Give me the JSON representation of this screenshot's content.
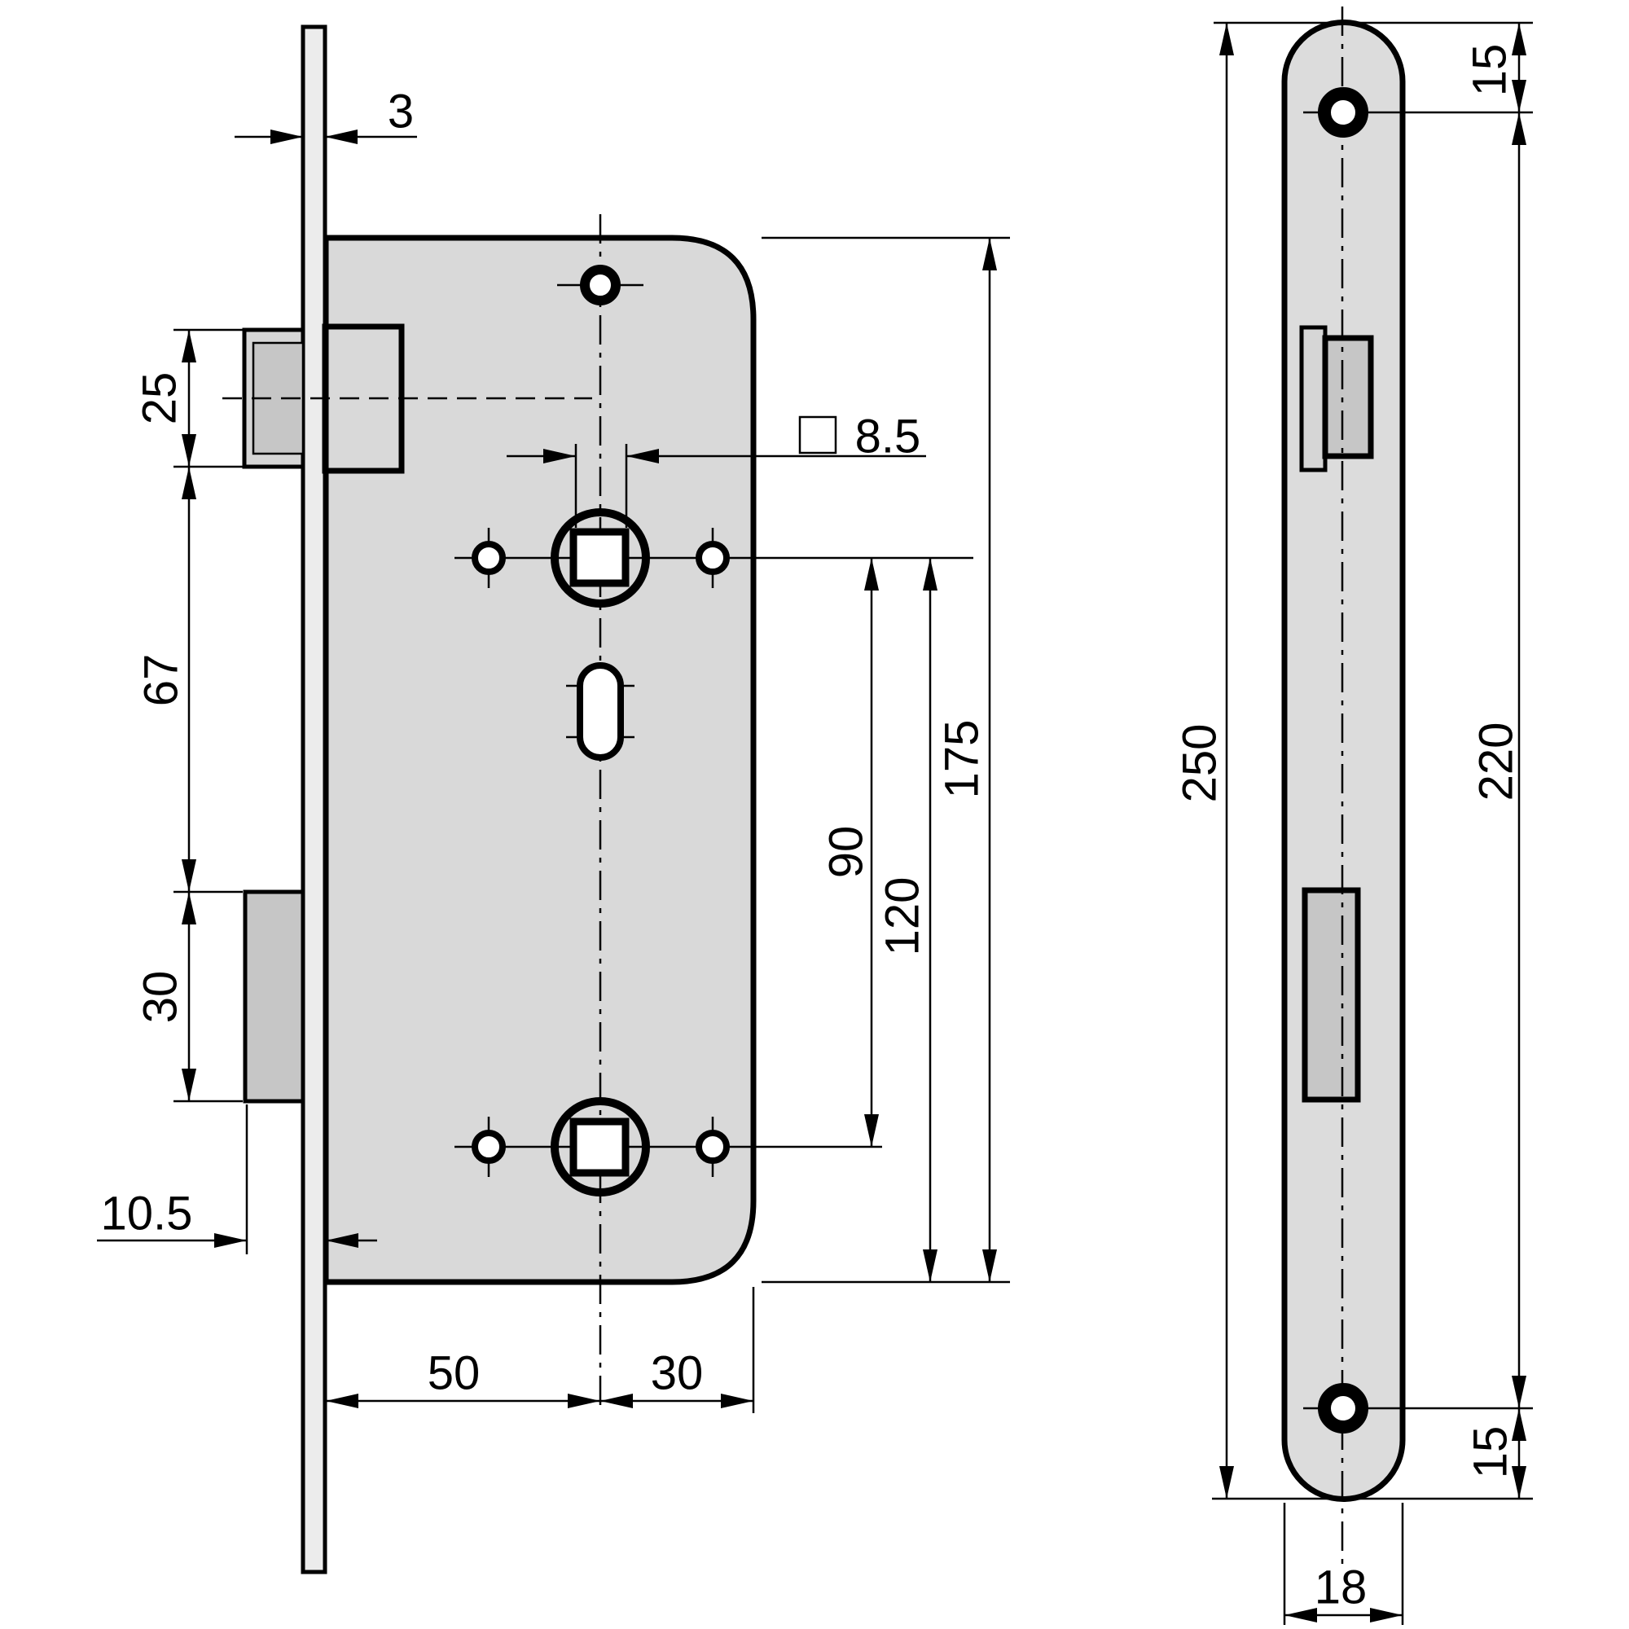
{
  "drawing": {
    "type": "technical-dimension-drawing",
    "subject": "mortise-lock-case-and-faceplate",
    "views": [
      "front-view-lock-case",
      "side-view-faceplate"
    ]
  },
  "front_view": {
    "dimensions": {
      "faceplate_thickness": "3",
      "latch_height": "25",
      "latch_to_deadbolt": "67",
      "deadbolt_height": "30",
      "deadbolt_protrusion": "10.5",
      "spindle_square": "8.5",
      "backset": "50",
      "center_to_back_edge": "30",
      "handle_to_cylinder": "90",
      "handle_to_case_bottom": "120",
      "case_height": "175"
    }
  },
  "side_view": {
    "dimensions": {
      "top_hole_offset": "15",
      "plate_length": "250",
      "hole_spacing": "220",
      "bottom_hole_offset": "15",
      "plate_width": "18"
    }
  },
  "colors": {
    "bg": "#ffffff",
    "line": "#000000",
    "case-fill": "#d9d9d9",
    "plate-fill": "#dcdcdc",
    "faceplate-fill": "#ececec",
    "bolt-fill": "#c6c6c6",
    "bolt-outer-fill": "#d6d6d6",
    "hole-fill": "#ffffff"
  }
}
